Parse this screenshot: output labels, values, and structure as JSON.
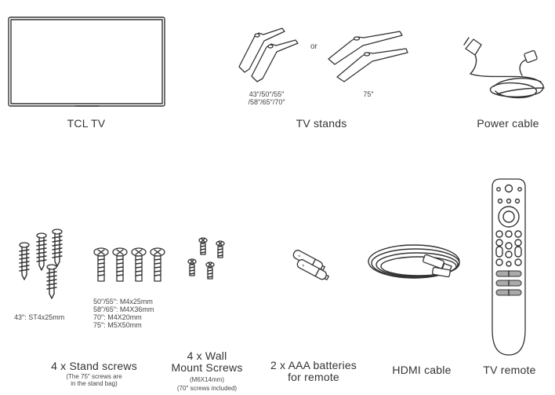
{
  "items": {
    "tv": {
      "caption": "TCL TV"
    },
    "stands": {
      "caption": "TV stands",
      "sizes_small": "43″/50″/55″",
      "sizes_small_2": "/58″/65″/70″",
      "or": "or",
      "size_large": "75″"
    },
    "power": {
      "caption": "Power cable"
    },
    "stand_screws": {
      "caption": "4 x Stand screws",
      "note_1": "(The 75″ screws are",
      "note_2": "in the stand bag)",
      "spec_43": "43″: ST4x25mm",
      "specs": [
        "50″/55″: M4x25mm",
        "58″/65″: M4X36mm",
        "70″: M4X20mm",
        "75″: M5X50mm"
      ]
    },
    "wall_screws": {
      "caption_1": "4 x Wall",
      "caption_2": "Mount Screws",
      "spec": "(M6X14mm)",
      "note": "(70″ screws included)"
    },
    "batteries": {
      "caption_1": "2 x AAA batteries",
      "caption_2": "for remote"
    },
    "hdmi": {
      "caption": "HDMI cable"
    },
    "remote": {
      "caption": "TV remote"
    }
  }
}
